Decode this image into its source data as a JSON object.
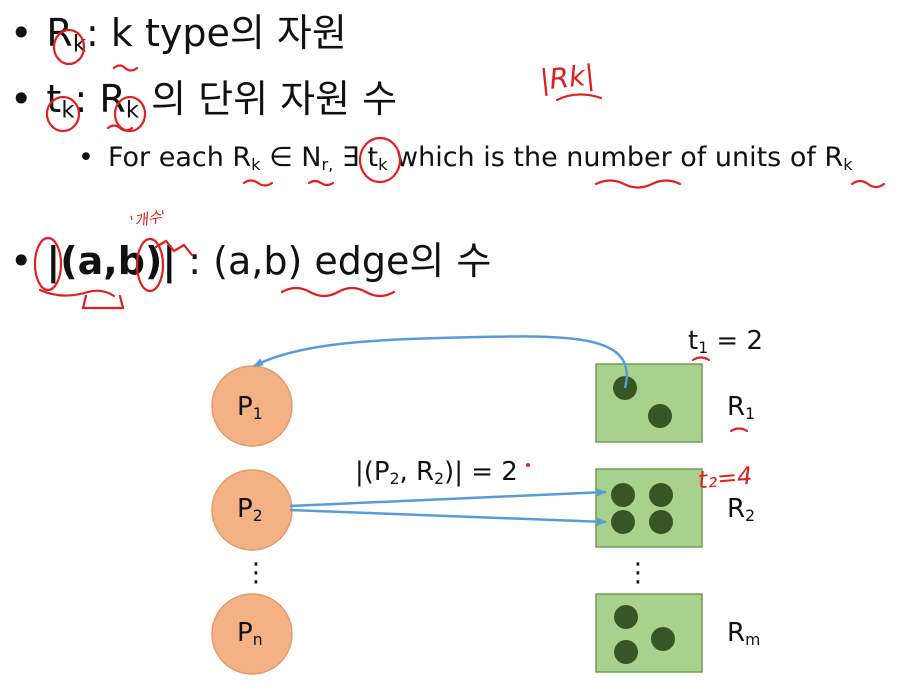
{
  "bullets": [
    {
      "bullet": "•",
      "sym": "R",
      "sub": "k",
      "sep": ": ",
      "text": "k type의 자원"
    },
    {
      "bullet": "•",
      "sym": "t",
      "sub": "k",
      "sep": ": ",
      "sym2": "R",
      "sub2": "k",
      "text": " 의 단위 자원 수"
    },
    {
      "bullet": "•",
      "pre": "For each R",
      "pre_sub": "k",
      "mid": " ∈ N",
      "mid_sub": "r,",
      "mid2": " ∃ t",
      "mid2_sub": "k",
      "post": " which is the number of units of R",
      "post_sub": "k"
    },
    {
      "bullet": "•",
      "bold": "|(a,b)|",
      "text": " : (a,b) edge의 수"
    }
  ],
  "diagram": {
    "processes": [
      {
        "name": "P",
        "sub": "1"
      },
      {
        "name": "P",
        "sub": "2"
      },
      {
        "name": "P",
        "sub": "n"
      }
    ],
    "resources": [
      {
        "name": "R",
        "sub": "1",
        "units": 2
      },
      {
        "name": "R",
        "sub": "2",
        "units": 4
      },
      {
        "name": "R",
        "sub": "m",
        "units": 3
      }
    ],
    "dots": "⋮",
    "t1_label": {
      "a": "t",
      "sub": "1",
      "b": " = 2"
    },
    "edge_label": {
      "a": "|(P",
      "s1": "2",
      "b": ", R",
      "s2": "2",
      "c": ")| = 2"
    }
  },
  "colors": {
    "process_fill": "#f4b183",
    "process_stroke": "#e29a6b",
    "resource_fill": "#a9d18e",
    "resource_stroke": "#6f9e55",
    "unit_dot": "#375623",
    "arrow": "#5b9bd5",
    "ink": "#e02020"
  },
  "handwriting": {
    "r_abs": "|Rk|",
    "t2_eq": "t₂=4",
    "count": "'개수'"
  }
}
